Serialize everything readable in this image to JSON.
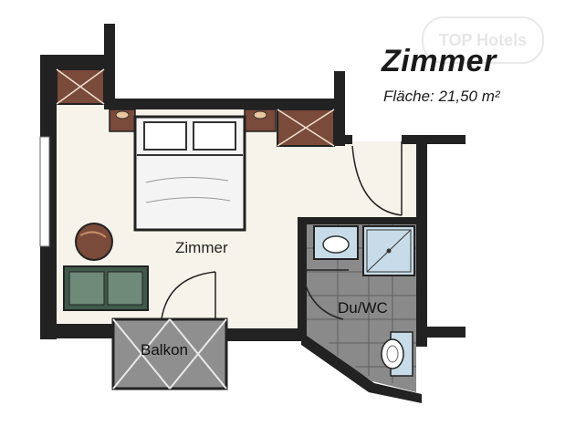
{
  "header": {
    "title": "Zimmer",
    "area": "Fläche: 21,50 m²"
  },
  "watermark": "TOP Hotels",
  "labels": {
    "room": "Zimmer",
    "bath": "Du/WC",
    "balcony": "Balkon"
  },
  "colors": {
    "wall": "#222222",
    "floor_fill": "#f6f4ea",
    "cabinet": "#7a4a3a",
    "sofa": "#3f5a4a",
    "tile": "#8a8a8a",
    "fixture": "#c7dbe8",
    "balcony": "#8f8f8f"
  },
  "icons": [
    "bed-icon",
    "wardrobe-icon",
    "sofa-icon",
    "table-icon",
    "shower-icon",
    "sink-icon",
    "toilet-icon",
    "door-swing-icon"
  ]
}
